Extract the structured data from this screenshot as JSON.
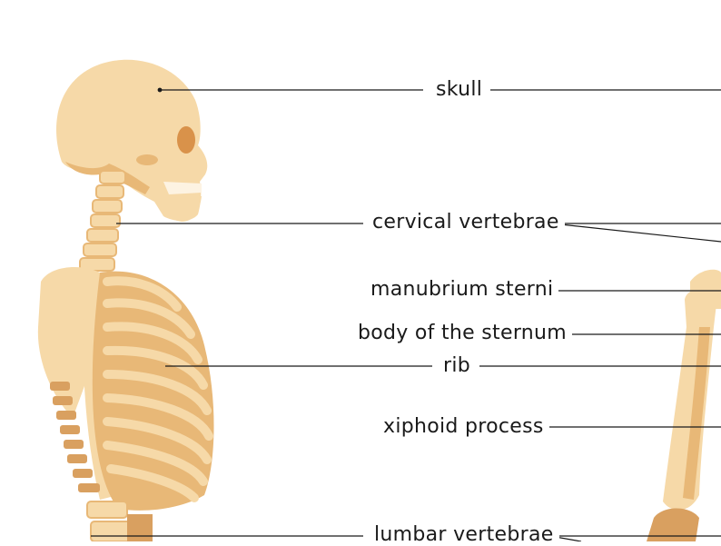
{
  "colors": {
    "bone": "#f6d9a8",
    "bone_shadow": "#e8b877",
    "bone_dark": "#d9a060",
    "eye": "#d9924a",
    "teeth": "#fdf3e2",
    "line": "#1a1a1a"
  },
  "labels": {
    "skull": "skull",
    "cervical": "cervical vertebrae",
    "manubrium": "manubrium sterni",
    "sternum_body": "body of the sternum",
    "rib": "rib",
    "xiphoid": "xiphoid process",
    "lumbar": "lumbar vertebrae"
  }
}
